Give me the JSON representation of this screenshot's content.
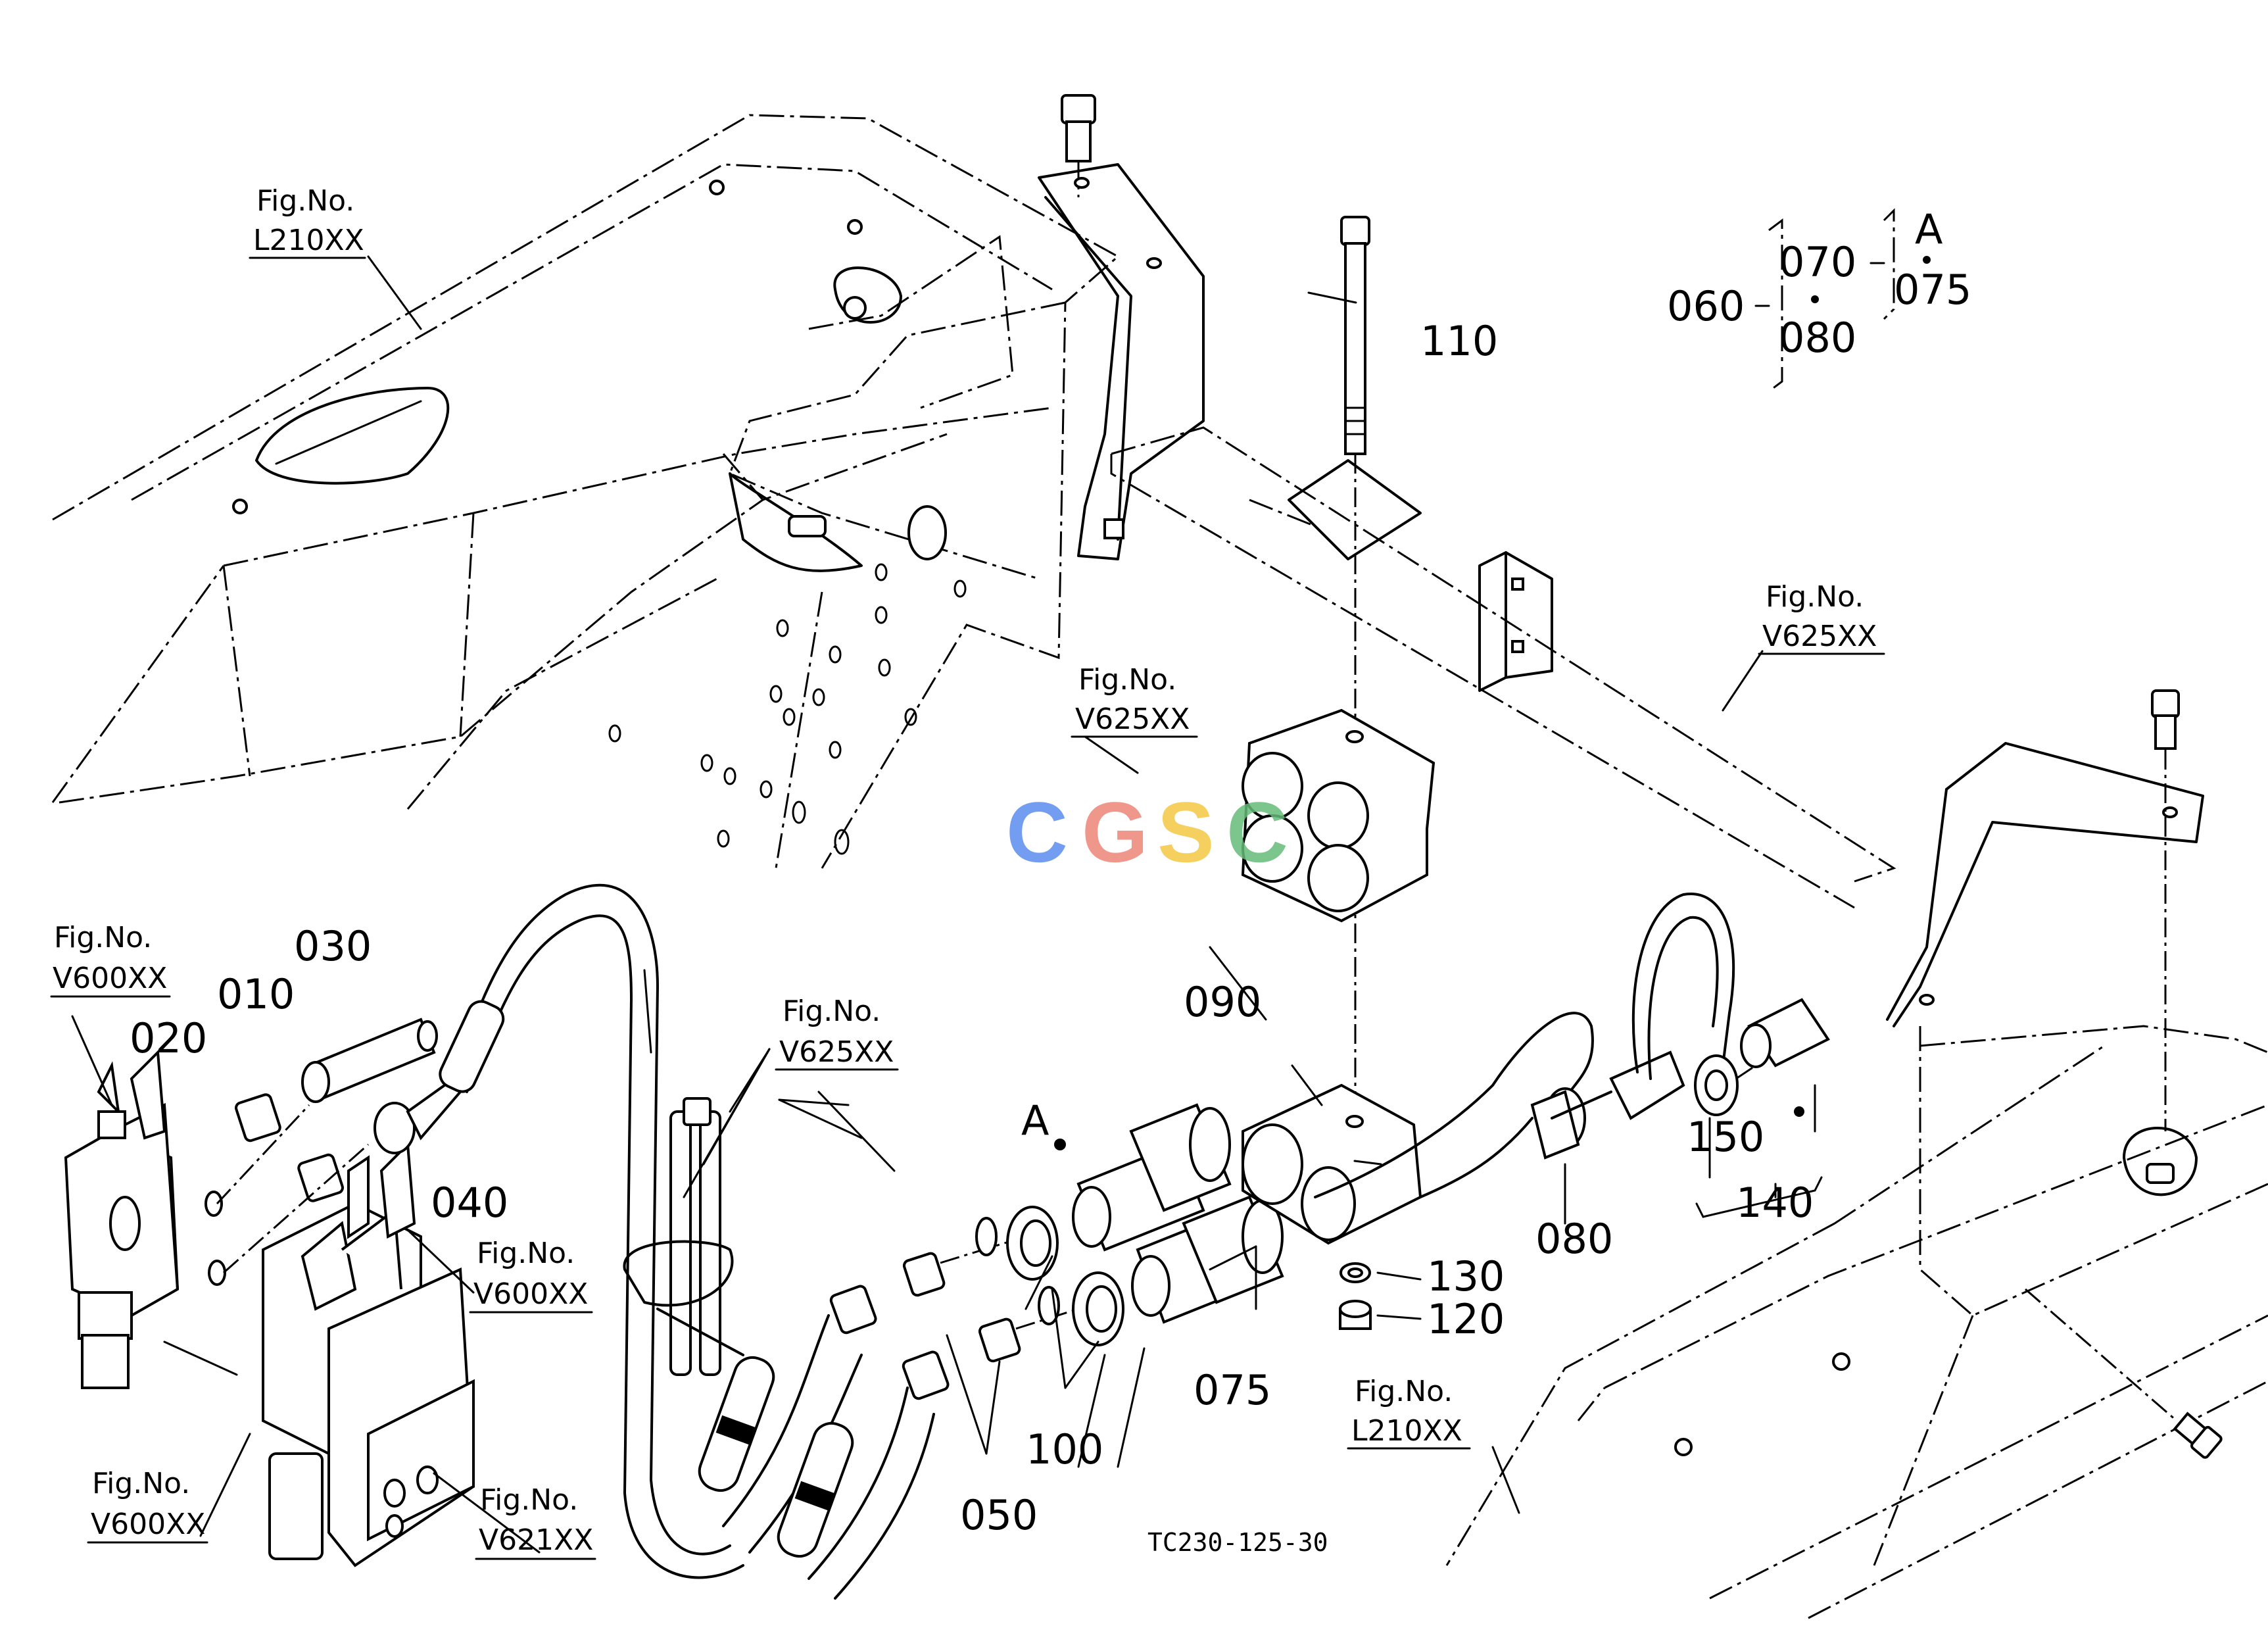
{
  "figure_code": "TC230-125-30",
  "watermark": {
    "letters": [
      "C",
      "G",
      "S",
      "C"
    ],
    "colors": [
      "#5b8def",
      "#ee8577",
      "#f4c842",
      "#66bb7a"
    ]
  },
  "fig_refs": {
    "l210_top": {
      "line1": "Fig.No.",
      "line2": "L210XX"
    },
    "v625_mid": {
      "line1": "Fig.No.",
      "line2": "V625XX"
    },
    "v625_right": {
      "line1": "Fig.No.",
      "line2": "V625XX"
    },
    "v600_left": {
      "line1": "Fig.No.",
      "line2": "V600XX"
    },
    "v625_hose": {
      "line1": "Fig.No.",
      "line2": "V625XX"
    },
    "v600_mid": {
      "line1": "Fig.No.",
      "line2": "V600XX"
    },
    "v600_bottom": {
      "line1": "Fig.No.",
      "line2": "V600XX"
    },
    "v621": {
      "line1": "Fig.No.",
      "line2": "V621XX"
    },
    "l210_bottom": {
      "line1": "Fig.No.",
      "line2": "L210XX"
    }
  },
  "parts": {
    "p010": "010",
    "p020": "020",
    "p030": "030",
    "p040": "040",
    "p050": "050",
    "p075": "075",
    "p080": "080",
    "p090": "090",
    "p100": "100",
    "p110": "110",
    "p120": "120",
    "p130": "130",
    "p140": "140",
    "p150": "150",
    "marker_a": "A"
  },
  "legend": {
    "p060": "060",
    "p070": "070",
    "p080": "080",
    "a": "A",
    "p075": "075"
  }
}
